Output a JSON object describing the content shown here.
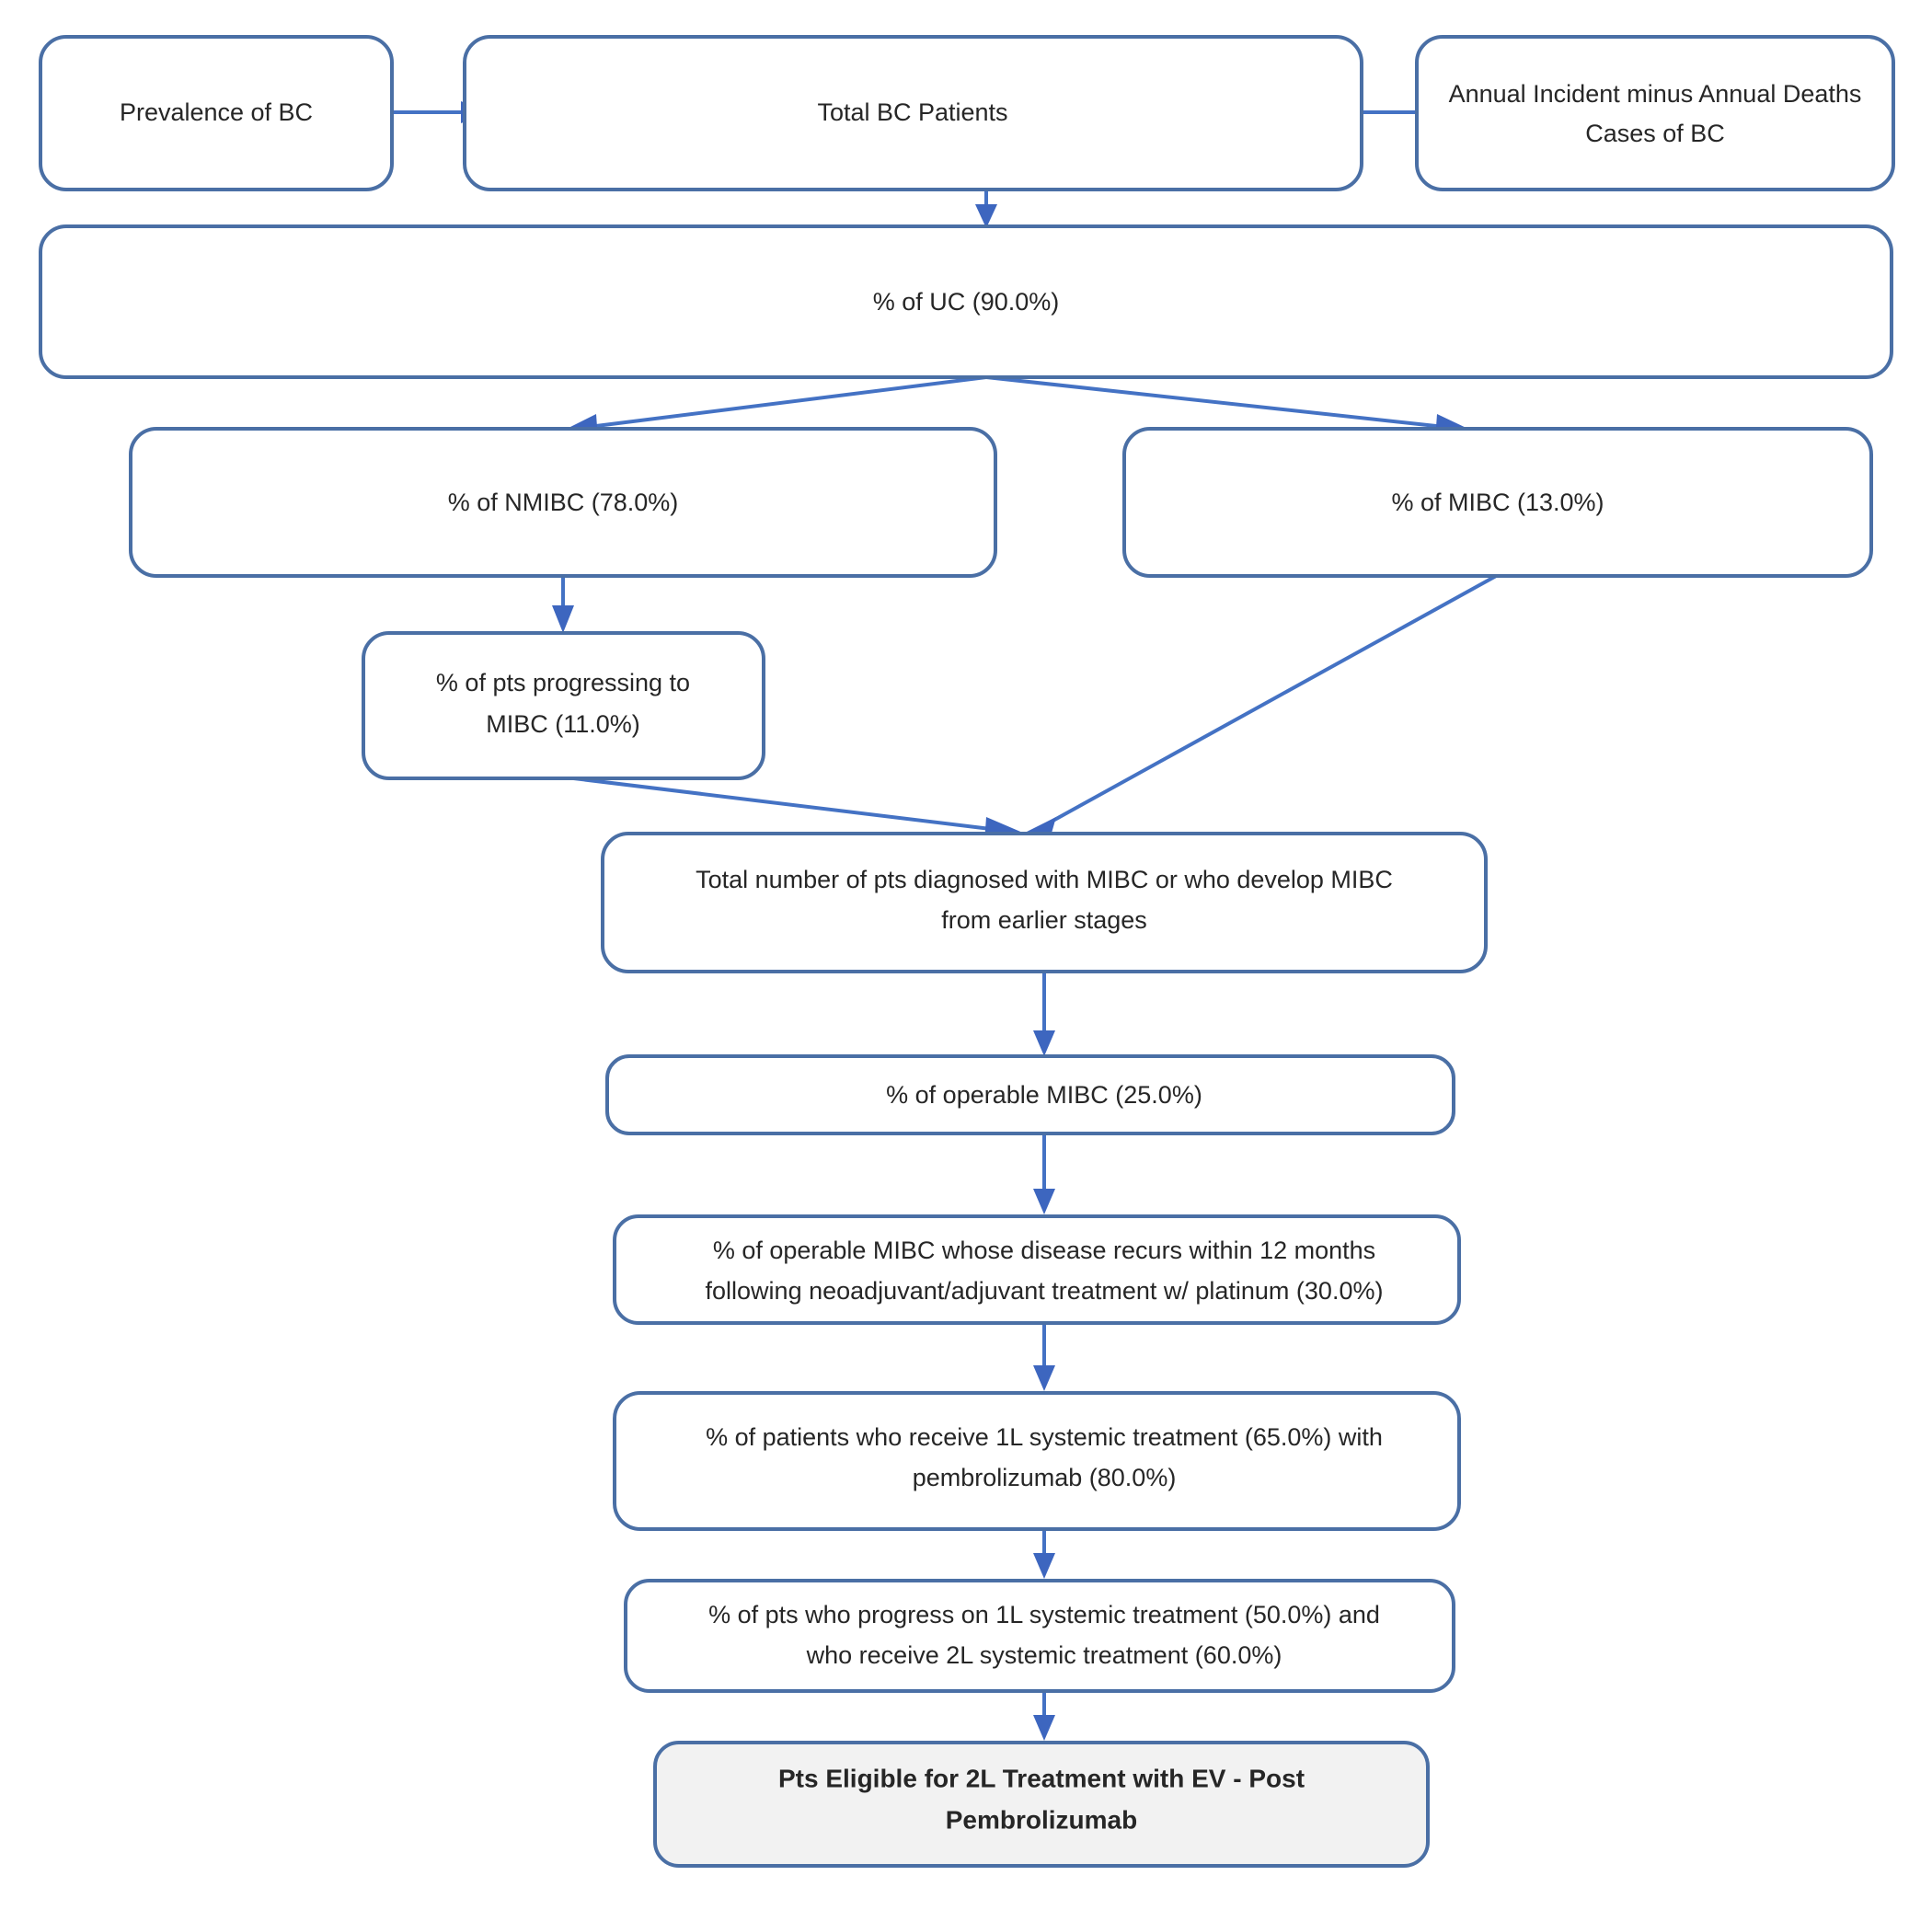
{
  "diagram": {
    "title": "Bladder cancer patient funnel to 2L EV eligibility",
    "colors": {
      "node_border": "#4a6fa5",
      "node_fill": "#ffffff",
      "terminal_fill": "#f2f2f2",
      "connector": "#4472c4",
      "text": "#262626",
      "background": "#ffffff"
    },
    "nodes": [
      {
        "id": "prevalence",
        "lines": [
          "Prevalence of BC"
        ],
        "bold": false,
        "filled": false
      },
      {
        "id": "total-bc-patients",
        "lines": [
          "Total BC Patients"
        ],
        "bold": false,
        "filled": false
      },
      {
        "id": "annual-incident-minus-deaths",
        "lines": [
          "Annual Incident minus Annual Deaths",
          "Cases of BC"
        ],
        "bold": false,
        "filled": false
      },
      {
        "id": "pct-uc",
        "lines": [
          "% of UC (90.0%)"
        ],
        "bold": false,
        "filled": false
      },
      {
        "id": "pct-nmibc",
        "lines": [
          "% of NMIBC (78.0%)"
        ],
        "bold": false,
        "filled": false
      },
      {
        "id": "pct-mibc",
        "lines": [
          "% of MIBC (13.0%)"
        ],
        "bold": false,
        "filled": false
      },
      {
        "id": "pct-progressing-to-mibc",
        "lines": [
          "% of pts progressing to",
          "MIBC (11.0%)"
        ],
        "bold": false,
        "filled": false
      },
      {
        "id": "total-mibc-pts",
        "lines": [
          "Total number of pts diagnosed with MIBC or who develop MIBC",
          "from earlier stages"
        ],
        "bold": false,
        "filled": false
      },
      {
        "id": "pct-operable-mibc",
        "lines": [
          "% of operable MIBC (25.0%)"
        ],
        "bold": false,
        "filled": false
      },
      {
        "id": "pct-recurs-12-months",
        "lines": [
          "% of operable MIBC whose disease recurs within 12 months",
          "following neoadjuvant/adjuvant treatment w/ platinum (30.0%)"
        ],
        "bold": false,
        "filled": false
      },
      {
        "id": "pct-1l-pembrolizumab",
        "lines": [
          "% of patients who receive 1L systemic treatment (65.0%) with",
          "pembrolizumab (80.0%)"
        ],
        "bold": false,
        "filled": false
      },
      {
        "id": "pct-progress-1l-receive-2l",
        "lines": [
          "% of pts who progress on 1L systemic treatment (50.0%) and",
          "who receive 2L systemic treatment (60.0%)"
        ],
        "bold": false,
        "filled": false
      },
      {
        "id": "pts-eligible-2l-ev",
        "lines": [
          "Pts Eligible for 2L Treatment with EV - Post",
          "Pembrolizumab"
        ],
        "bold": true,
        "filled": true
      }
    ],
    "percentages": {
      "uc": "90.0%",
      "nmibc": "78.0%",
      "mibc": "13.0%",
      "nmibc_progressing_to_mibc": "11.0%",
      "operable_mibc": "25.0%",
      "recurs_within_12_months": "30.0%",
      "receive_1l_systemic": "65.0%",
      "pembrolizumab_1l": "80.0%",
      "progress_on_1l": "50.0%",
      "receive_2l_systemic": "60.0%"
    }
  }
}
